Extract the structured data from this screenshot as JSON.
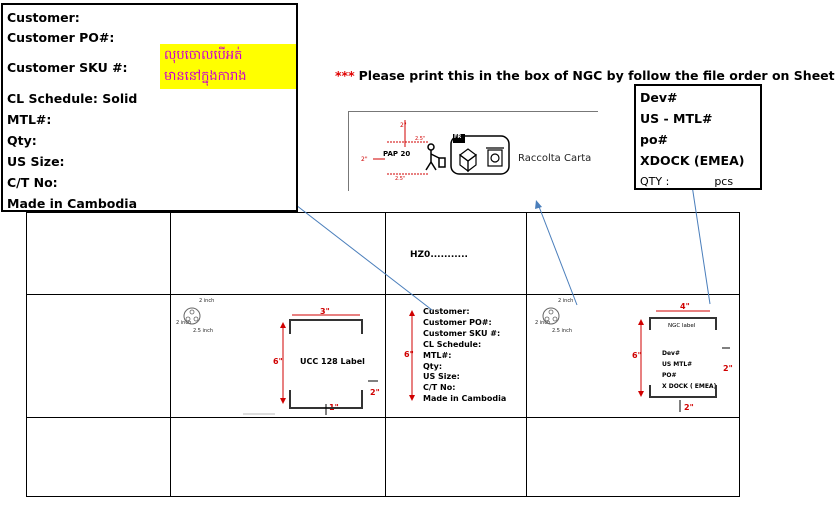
{
  "info_box": {
    "lines": [
      "Customer:",
      "Customer PO#:",
      "Customer SKU #:",
      "CL Schedule: Solid",
      "MTL#:",
      "Qty:",
      "US Size:",
      "C/T No:",
      "Made in Cambodia"
    ],
    "khmer_note": [
      "លុបចោលបើអត់",
      "មាននៅក្នុងការាង"
    ]
  },
  "instruction": {
    "stars": "***",
    "text": "Please print this in the box of NGC by follow the file order on Sheet1"
  },
  "recycle_label": {
    "pap_code": "PAP 20",
    "fr_badge": "FR",
    "caption": "Raccolta Carta",
    "dim_2in": "2\"",
    "dim_2_5in": "2.5\""
  },
  "ngc_box": {
    "lines": [
      "Dev#",
      "US - MTL#",
      "po#",
      "XDOCK  (EMEA)"
    ],
    "qty_label": "QTY :",
    "qty_unit": "pcs"
  },
  "grid": {
    "hz_text": "HZ0...........",
    "ucc_label": "UCC 128 Label",
    "ucc_dims": {
      "width": "3\"",
      "height": "6\"",
      "right": "2\"",
      "bottom": "1\""
    },
    "small_dims": {
      "top": "2 inch",
      "side": "2 inch",
      "bottom": "2.5 inch"
    },
    "center_lines": [
      "Customer:",
      "Customer PO#:",
      "Customer SKU #:",
      "CL Schedule:",
      "MTL#:",
      "Qty:",
      "US Size:",
      "C/T No:",
      "Made in Cambodia"
    ],
    "center_dim": "6\"",
    "ngc_label": {
      "title": "NGC label",
      "lines": [
        "Dev#",
        "US MTL#",
        "PO#",
        "X DOCK ( EMEA)"
      ],
      "dims": {
        "width": "4\"",
        "height": "6\"",
        "right": "2\"",
        "bottom": "2\""
      }
    }
  },
  "colors": {
    "arrow": "#4a7ebb",
    "dimension": "#d00000",
    "highlight": "#ffff00",
    "khmer_text": "#cc00cc"
  }
}
